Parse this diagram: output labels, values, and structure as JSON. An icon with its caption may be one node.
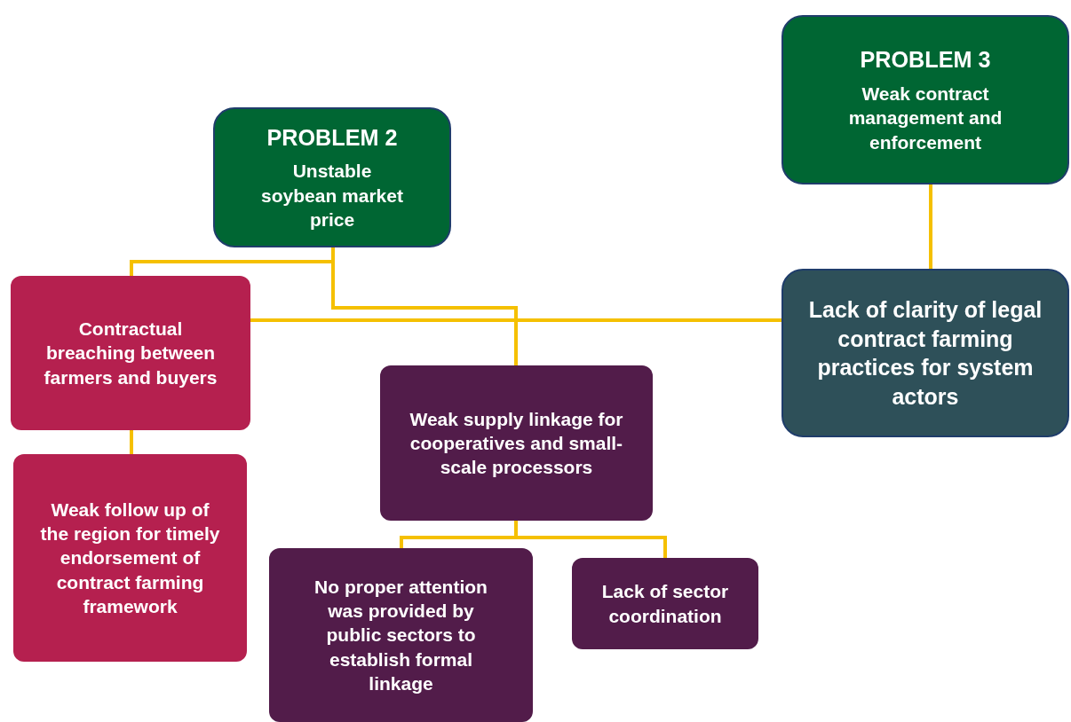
{
  "diagram": {
    "nodes": [
      {
        "text": [
          "PROBLEM 2",
          "Unstable soybean market price"
        ]
      },
      {
        "text": [
          "PROBLEM 3",
          "Weak contract management and enforcement"
        ]
      },
      {
        "text": [
          "Contractual breaching between farmers and buyers"
        ]
      },
      {
        "text": [
          "Lack of clarity of legal contract farming practices for system actors"
        ]
      },
      {
        "text": [
          "Weak supply linkage for cooperatives and small-scale processors"
        ]
      },
      {
        "text": [
          "Weak follow up of the region for timely endorsement of contract farming framework"
        ]
      },
      {
        "text": [
          "No proper attention was provided by public sectors to establish formal linkage"
        ]
      },
      {
        "text": [
          "Lack of sector coordination"
        ]
      }
    ],
    "edges": [
      {
        "from": 0,
        "to": 2,
        "arrow": "none"
      },
      {
        "from": 0,
        "to": 4,
        "arrow": "none"
      },
      {
        "from": 1,
        "to": 3,
        "arrow": "none"
      },
      {
        "from": 2,
        "to": 3,
        "arrow": "none"
      },
      {
        "from": 2,
        "to": 5,
        "arrow": "none"
      },
      {
        "from": 4,
        "to": 6,
        "arrow": "none"
      },
      {
        "from": 4,
        "to": 7,
        "arrow": "none"
      }
    ]
  }
}
